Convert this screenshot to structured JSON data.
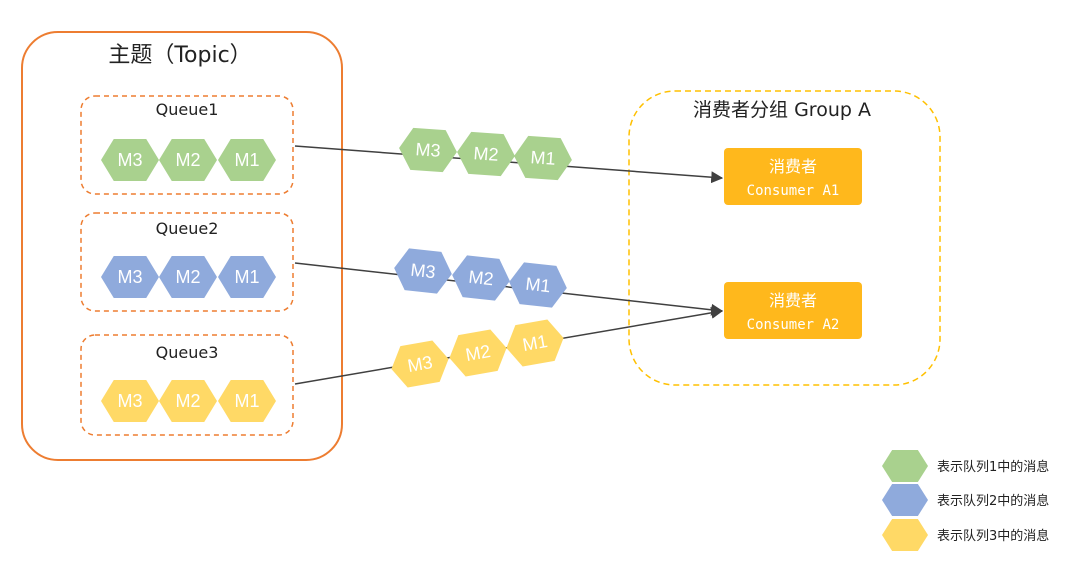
{
  "topic": {
    "title": "主题（Topic）"
  },
  "queues": [
    {
      "name": "Queue1",
      "messages": [
        "M3",
        "M2",
        "M1"
      ]
    },
    {
      "name": "Queue2",
      "messages": [
        "M3",
        "M2",
        "M1"
      ]
    },
    {
      "name": "Queue3",
      "messages": [
        "M3",
        "M2",
        "M1"
      ]
    }
  ],
  "flows": [
    {
      "messages": [
        "M3",
        "M2",
        "M1"
      ]
    },
    {
      "messages": [
        "M3",
        "M2",
        "M1"
      ]
    },
    {
      "messages": [
        "M3",
        "M2",
        "M1"
      ]
    }
  ],
  "group": {
    "title": "消费者分组 Group A",
    "consumers": [
      {
        "title": "消费者",
        "name": "Consumer A1"
      },
      {
        "title": "消费者",
        "name": "Consumer A2"
      }
    ]
  },
  "legend": [
    {
      "text": "表示队列1中的消息"
    },
    {
      "text": "表示队列2中的消息"
    },
    {
      "text": "表示队列3中的消息"
    }
  ],
  "colors": {
    "queue1": "#a9d18e",
    "queue2": "#8faadc",
    "queue3": "#ffd966",
    "topic_border": "#ed7d31",
    "group_border": "#ffc000",
    "consumer_fill": "#ffb81c",
    "consumer_text": "#ffffff",
    "line": "#404040"
  }
}
